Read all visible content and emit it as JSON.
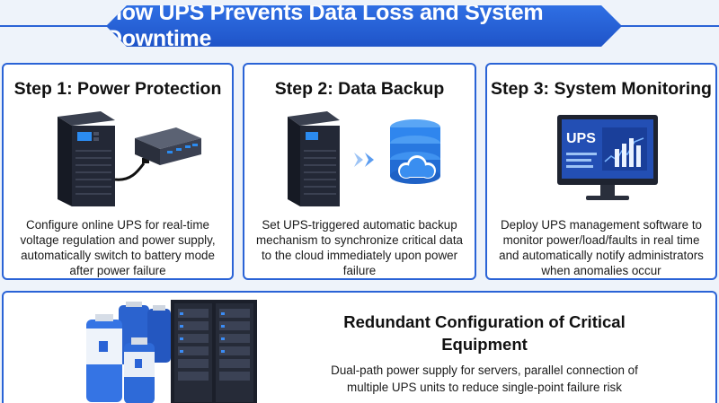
{
  "title": "How UPS Prevents Data Loss and System Downtime",
  "steps": [
    {
      "title": "Step 1: Power Protection",
      "description": "Configure online UPS for real-time voltage regulation and power supply, automatically switch to battery mode after power failure"
    },
    {
      "title": "Step 2:  Data Backup",
      "description": "Set UPS-triggered automatic backup mechanism to synchronize critical data to the cloud immediately upon power failure"
    },
    {
      "title": "Step 3: System Monitoring",
      "description": "Deploy UPS management software to monitor power/load/faults in real time and automatically notify administrators when anomalies occur"
    }
  ],
  "redundancy": {
    "title": "Redundant Configuration of Critical Equipment",
    "description": "Dual-path power supply for servers, parallel connection of multiple UPS units to reduce single-point failure risk"
  },
  "monitor_screen_label": "UPS",
  "colors": {
    "accent": "#2a63d6",
    "banner": "#1f54c8",
    "device_dark": "#1e2330",
    "battery_blue": "#2f6fe4",
    "cloud_blue": "#3a8ef0"
  },
  "icons": [
    "ups-tower-icon",
    "power-strip-icon",
    "arrow-chevrons-icon",
    "cloud-database-icon",
    "monitor-dashboard-icon",
    "battery-pack-icon",
    "server-rack-icon"
  ]
}
